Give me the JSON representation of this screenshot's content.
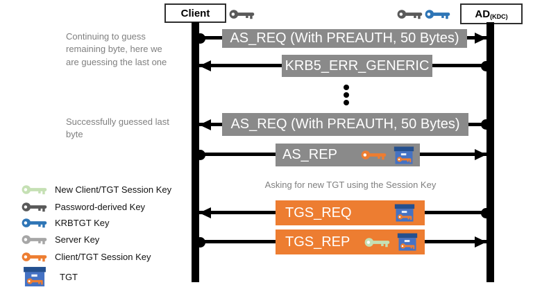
{
  "colors": {
    "box_gray": "#8A8A8A",
    "box_orange": "#ED7D31",
    "annotation_gray": "#7F7F7F",
    "password_key": "#595959",
    "krbtgt_key": "#2E75B6",
    "server_key": "#A6A6A6",
    "session_key": "#ED7D31",
    "new_session_key": "#C5E0B4",
    "tgt_body": "#4472C4",
    "tgt_lid": "#24508F"
  },
  "actors": {
    "client": {
      "label": "Client"
    },
    "ad": {
      "label": "AD",
      "label_sub": "(KDC)"
    }
  },
  "top_icons": {
    "client_key": "password-derived-key",
    "ad_key_1": "password-derived-key",
    "ad_key_2": "krbtgt-key"
  },
  "annotations": {
    "guessing": "Continuing to guess remaining byte, here we are guessing the last one",
    "success": "Successfully guessed last byte",
    "asking": "Asking for new TGT using the Session Key"
  },
  "messages": [
    {
      "label": "AS_REQ (With PREAUTH, 50 Bytes)",
      "from": "client",
      "to": "ad",
      "style": "gray",
      "icons": []
    },
    {
      "label": "KRB5_ERR_GENERIC",
      "from": "ad",
      "to": "client",
      "style": "gray",
      "icons": []
    },
    {
      "label": "AS_REQ (With PREAUTH, 50 Bytes)",
      "from": "ad",
      "to": "client",
      "style": "gray",
      "icons": []
    },
    {
      "label": "AS_REP",
      "from": "client",
      "to": "ad",
      "style": "gray",
      "icons": [
        "client-tgt-session-key",
        "tgt"
      ]
    },
    {
      "label": "TGS_REQ",
      "from": "ad",
      "to": "client",
      "style": "orange",
      "icons": [
        "tgt"
      ]
    },
    {
      "label": "TGS_REP",
      "from": "client",
      "to": "ad",
      "style": "orange",
      "icons": [
        "new-client-tgt-session-key",
        "tgt"
      ]
    }
  ],
  "legend": [
    {
      "icon": "new-client-tgt-session-key-icon",
      "label": "New Client/TGT Session Key"
    },
    {
      "icon": "password-derived-key-icon",
      "label": "Password-derived Key"
    },
    {
      "icon": "krbtgt-key-icon",
      "label": "KRBTGT Key"
    },
    {
      "icon": "server-key-icon",
      "label": "Server Key"
    },
    {
      "icon": "client-tgt-session-key-icon",
      "label": "Client/TGT Session Key"
    },
    {
      "icon": "tgt-icon",
      "label": "TGT"
    }
  ]
}
